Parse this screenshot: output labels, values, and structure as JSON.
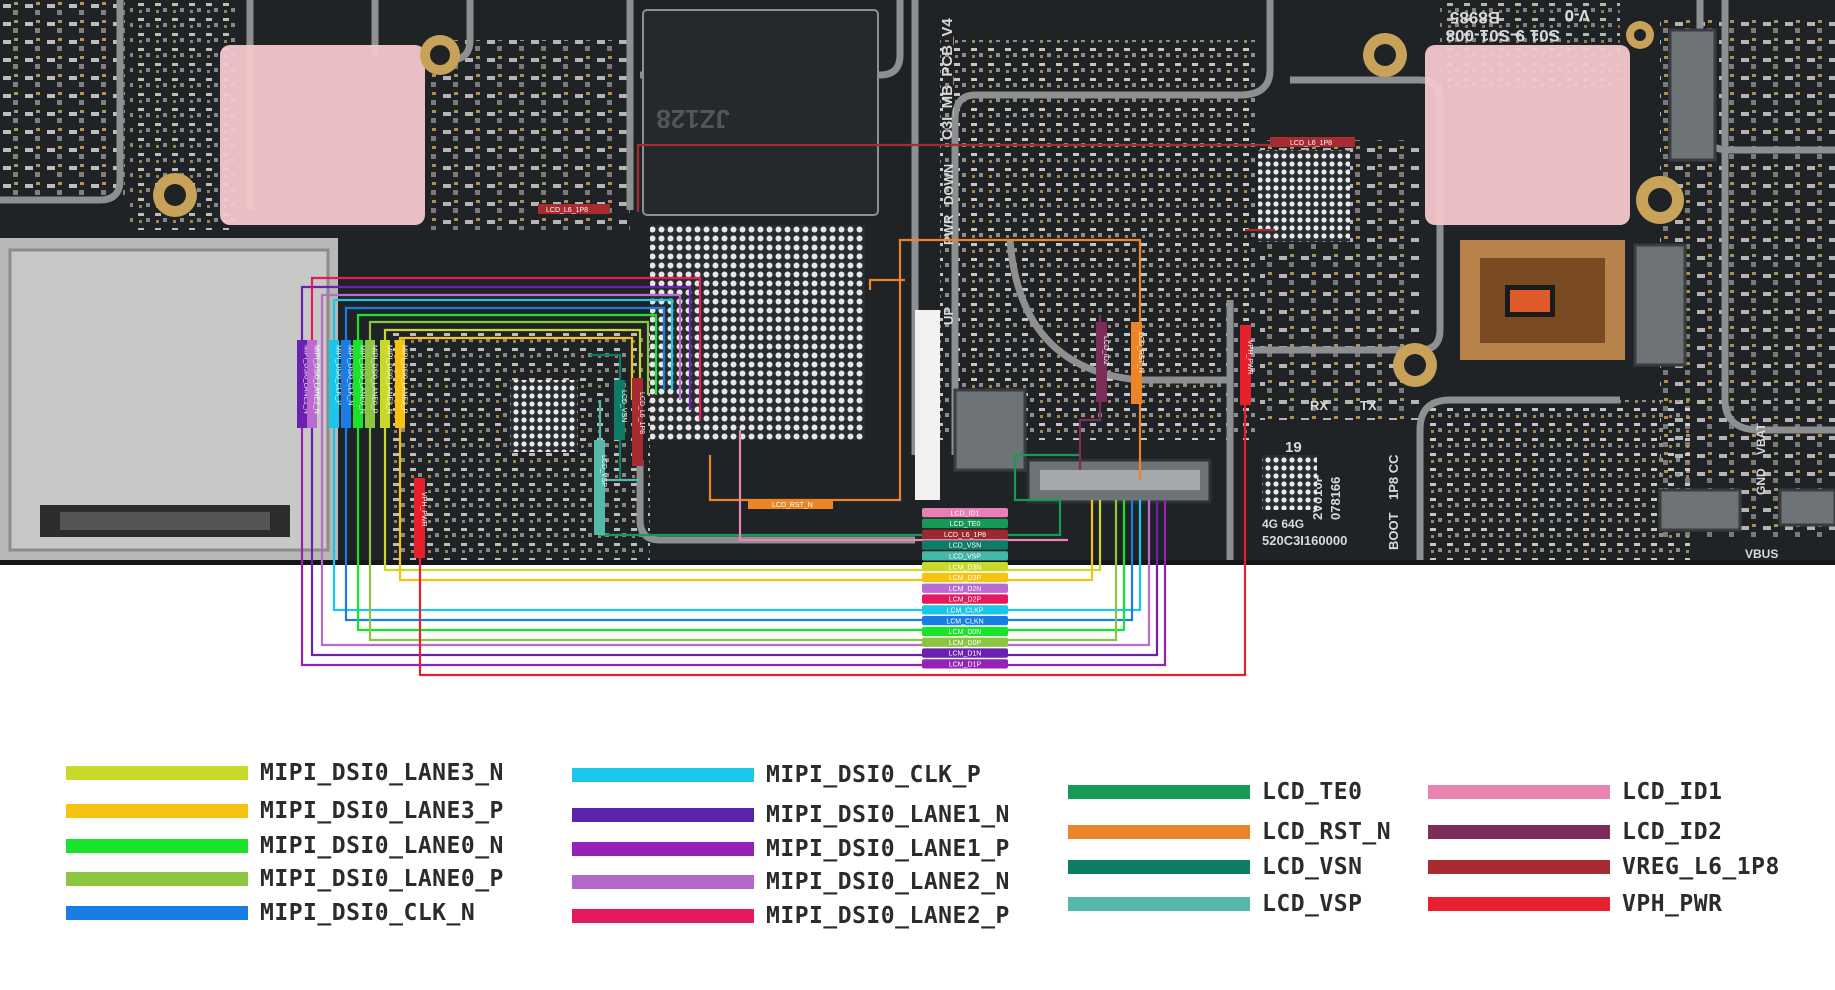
{
  "board": {
    "colors": {
      "pcb": "#1f2326",
      "pcb_dark": "#15181a",
      "silkscreen": "#d9d9d9",
      "gold": "#c9a25a",
      "copper": "#b7834a",
      "pink_pad": "#f4c8cb"
    },
    "silkscreen_text": {
      "pcb_name": "C3I_MB_PCB_V4",
      "chip_mark": "JZ128",
      "rev": "V-0",
      "board_code_a": "B8985",
      "board_code_b": "S01 9-S01-008",
      "up": "UP",
      "down": "DOWN",
      "pwr": "PWR",
      "rx": "RX",
      "tx": "TX",
      "boot": "BOOT",
      "ip6cc": "1P8 CC",
      "vbat": "VBAT",
      "gnd": "GND",
      "vbus": "VBUS",
      "mem": "4G 64G",
      "serial_a": "2V010F",
      "serial_b": "078166",
      "serial_c": "520C3I160000",
      "code19": "19"
    }
  },
  "connector_labels": [
    {
      "text": "LCD_ID1",
      "color": "#e97fb5"
    },
    {
      "text": "LCD_TE0",
      "color": "#159b57"
    },
    {
      "text": "LCD_L6_1P8",
      "color": "#9b2a2e"
    },
    {
      "text": "LCD_VSN",
      "color": "#0e7b67"
    },
    {
      "text": "LCD_VSP",
      "color": "#42b8a6"
    },
    {
      "text": "LCM_D3N",
      "color": "#c8d92a"
    },
    {
      "text": "LCM_D3P",
      "color": "#f6c313"
    },
    {
      "text": "LCM_D2N",
      "color": "#bb6bd0"
    },
    {
      "text": "LCM_D2P",
      "color": "#e5195e"
    },
    {
      "text": "LCM_CLKP",
      "color": "#19c7ea"
    },
    {
      "text": "LCM_CLKN",
      "color": "#1a7de3"
    },
    {
      "text": "LCM_D0N",
      "color": "#19e32b"
    },
    {
      "text": "LCM_D0P",
      "color": "#8cc53f"
    },
    {
      "text": "LCM_D1N",
      "color": "#6b21b0"
    },
    {
      "text": "LCM_D1P",
      "color": "#9521b7"
    }
  ],
  "soc_tags": [
    {
      "text": "MIPI_DSI0_LANE1_N",
      "color": "#6b21b0"
    },
    {
      "text": "MIPI_DSI0_LANE2_N",
      "color": "#bb6bd0"
    },
    {
      "text": "MIPI_DSI0_CLK_P",
      "color": "#19c7ea"
    },
    {
      "text": "MIPI_DSI0_CLK_N",
      "color": "#1a7de3"
    },
    {
      "text": "MIPI_DSI0_LANE0_N",
      "color": "#19e32b"
    },
    {
      "text": "MIPI_DSI0_LANE0_P",
      "color": "#8cc53f"
    },
    {
      "text": "MIPI_DSI0_LANE3_N",
      "color": "#c8d92a"
    },
    {
      "text": "MIPI_DSI0_LANE3_P",
      "color": "#f6c313"
    }
  ],
  "pcb_tags": {
    "lcd_l6_1p8_left": "LCD_L6_1P8",
    "lcd_l6_1p8_right": "LCD_L6_1P8",
    "lcd_rst_n": "LCD_RST_N",
    "lcd_id2": "LCD_ID2",
    "lcd_rst_n_v": "LCD_RST_N",
    "vph_pwr_right": "VPH_PWR",
    "vph_pwr_left": "VPH_PWR",
    "lcd_vsn": "LCD_VSN",
    "lcd_vsp": "LCD_VSP",
    "lcd_l6_1p8_v": "LCD_L6_1P8"
  },
  "legend": [
    {
      "label": "MIPI_DSI0_LANE3_N",
      "color": "#c8d92a"
    },
    {
      "label": "MIPI_DSI0_LANE3_P",
      "color": "#f6c313"
    },
    {
      "label": "MIPI_DSI0_LANE0_N",
      "color": "#19e32b"
    },
    {
      "label": "MIPI_DSI0_LANE0_P",
      "color": "#8cc53f"
    },
    {
      "label": "MIPI_DSI0_CLK_N",
      "color": "#1a7de3"
    },
    {
      "label": "MIPI_DSI0_CLK_P",
      "color": "#19c7ea"
    },
    {
      "label": "MIPI_DSI0_LANE1_N",
      "color": "#5a23b0"
    },
    {
      "label": "MIPI_DSI0_LANE1_P",
      "color": "#9521b7"
    },
    {
      "label": "MIPI_DSI0_LANE2_N",
      "color": "#b568cc"
    },
    {
      "label": "MIPI_DSI0_LANE2_P",
      "color": "#e5195e"
    },
    {
      "label": "LCD_TE0",
      "color": "#159b57"
    },
    {
      "label": "LCD_RST_N",
      "color": "#ec8527"
    },
    {
      "label": "LCD_VSN",
      "color": "#0e7b67"
    },
    {
      "label": "LCD_VSP",
      "color": "#55b9a9"
    },
    {
      "label": "LCD_ID1",
      "color": "#ea85b3"
    },
    {
      "label": "LCD_ID2",
      "color": "#7c2e58"
    },
    {
      "label": "VREG_L6_1P8",
      "color": "#a82b32"
    },
    {
      "label": "VPH_PWR",
      "color": "#e8202d"
    }
  ]
}
